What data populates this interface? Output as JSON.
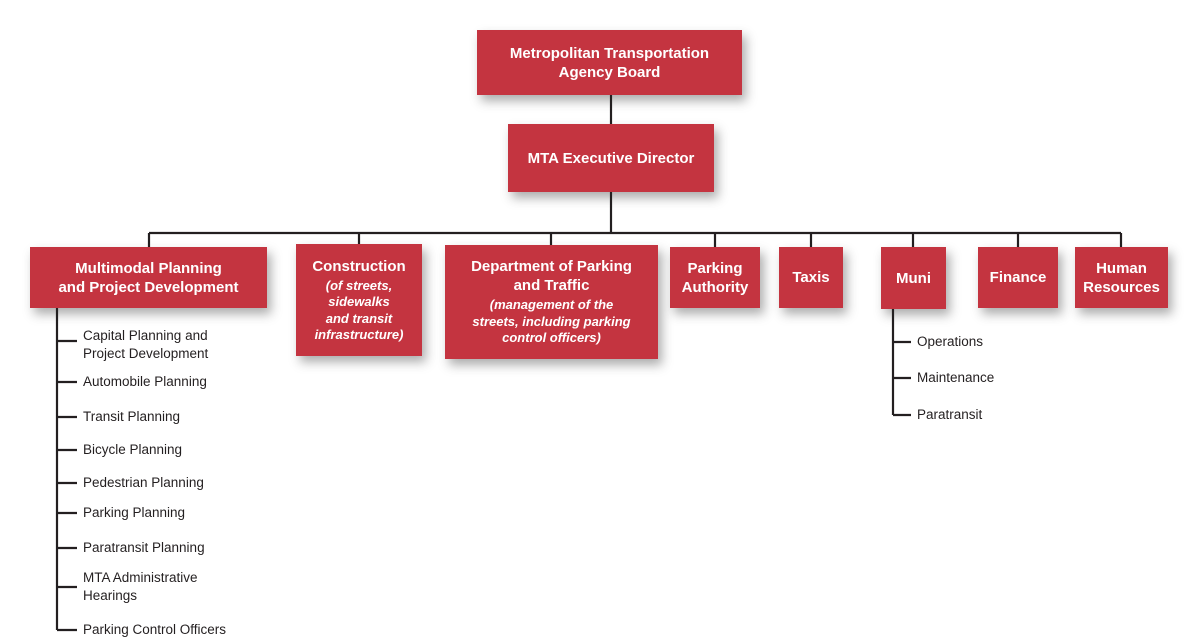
{
  "palette": {
    "box_fill": "#C43440",
    "box_text": "#FFFFFF",
    "connector_color": "#231F20",
    "leaf_text_color": "#231F20",
    "background": "#FFFFFF"
  },
  "org": {
    "board": {
      "label": "Metropolitan Transportation\nAgency Board"
    },
    "executive": {
      "label": "MTA Executive Director"
    },
    "departments": [
      {
        "label": "Multimodal Planning\nand Project Development",
        "children": [
          "Capital Planning and\nProject Development",
          "Automobile Planning",
          "Transit Planning",
          "Bicycle Planning",
          "Pedestrian Planning",
          "Parking Planning",
          "Paratransit Planning",
          "MTA Administrative\nHearings",
          "Parking Control Officers"
        ]
      },
      {
        "label": "Construction",
        "note": "(of streets,\nsidewalks\nand transit\ninfrastructure)"
      },
      {
        "label": "Department of Parking\nand Traffic",
        "note": "(management of the\nstreets, including parking\ncontrol officers)"
      },
      {
        "label": "Parking\nAuthority"
      },
      {
        "label": "Taxis"
      },
      {
        "label": "Muni",
        "children": [
          "Operations",
          "Maintenance",
          "Paratransit"
        ]
      },
      {
        "label": "Finance"
      },
      {
        "label": "Human\nResources"
      }
    ]
  }
}
